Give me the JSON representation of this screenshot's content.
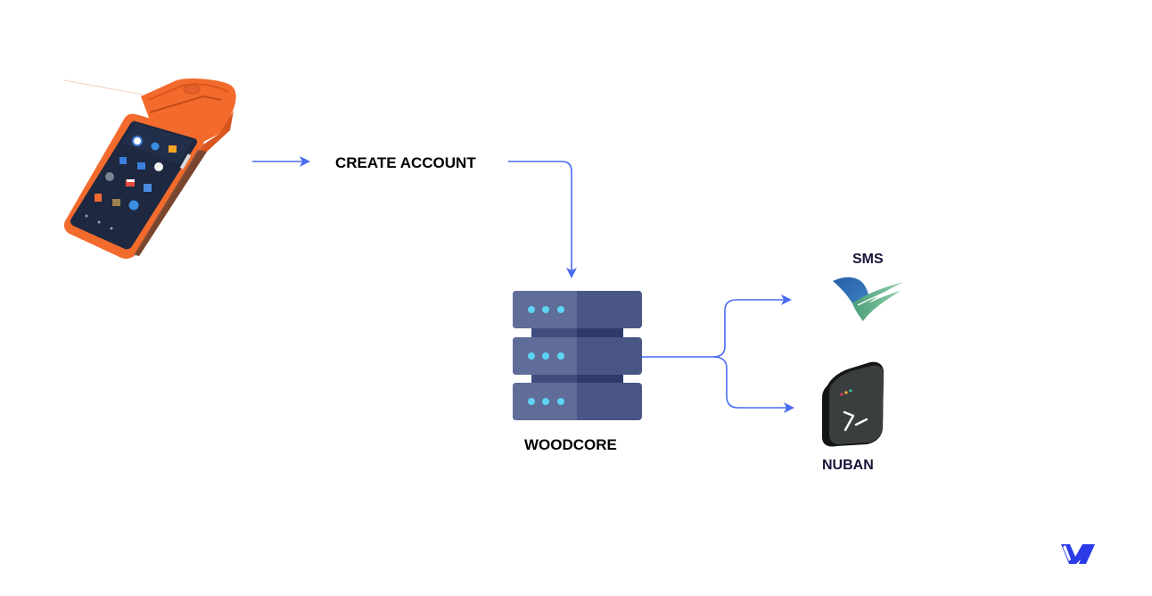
{
  "nodes": {
    "pos_terminal": {
      "icon": "pos-terminal-icon"
    },
    "create_account": {
      "label": "CREATE ACCOUNT"
    },
    "woodcore": {
      "label": "WOODCORE",
      "icon": "server-icon"
    },
    "sms": {
      "label": "SMS",
      "icon": "sms-bird-logo-icon"
    },
    "nuban": {
      "label": "NUBAN",
      "icon": "terminal-icon"
    }
  },
  "edges": [
    {
      "from": "pos_terminal",
      "to": "create_account"
    },
    {
      "from": "create_account",
      "to": "woodcore"
    },
    {
      "from": "woodcore",
      "to": "sms"
    },
    {
      "from": "woodcore",
      "to": "nuban"
    }
  ],
  "brand": {
    "icon": "woodcore-w-logo-icon"
  },
  "colors": {
    "arrow": "#4a6cf0",
    "terminal_orange": "#f26b2d",
    "server_light": "#5f6d98",
    "server_dark": "#4a5685",
    "server_led": "#5ed3f3",
    "brand_blue": "#2b3be8",
    "label_black": "#000000",
    "label_navy": "#1b1238"
  }
}
